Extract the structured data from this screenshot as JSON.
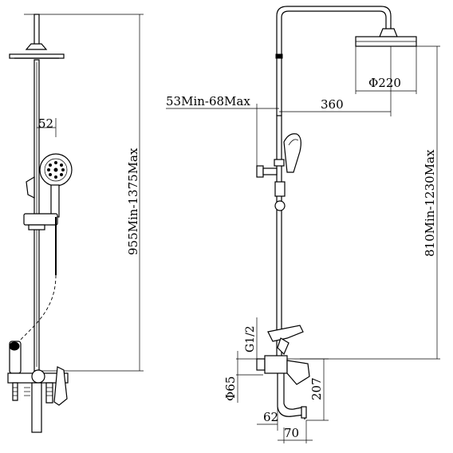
{
  "dimensions": {
    "left_height": "955Min-1375Max",
    "handshower_offset": "52",
    "right_height": "810Min-1230Max",
    "head_diameter": "Φ220",
    "arm_length": "360",
    "bracket_range": "53Min-68Max",
    "thread": "G1/2",
    "mixer_diameter": "Φ65",
    "spout_height": "207",
    "spout_offset": "62",
    "spout_projection": "70"
  }
}
